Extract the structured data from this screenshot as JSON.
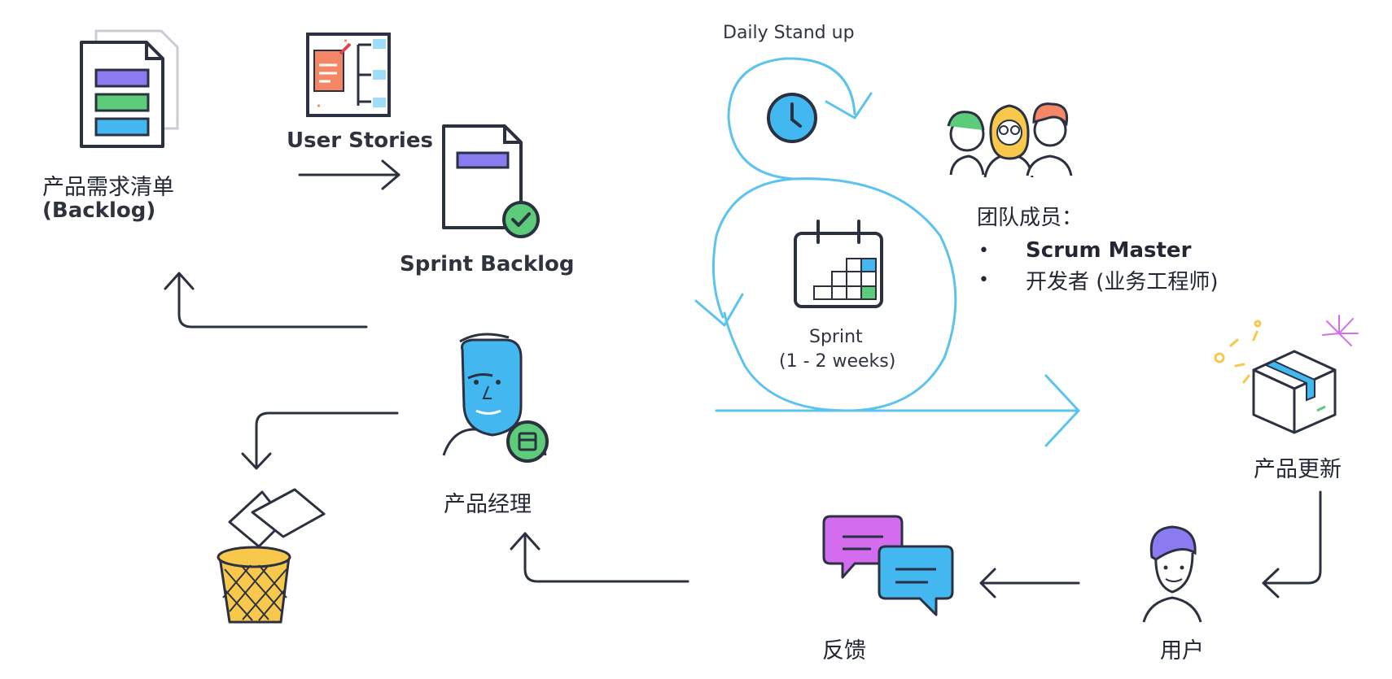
{
  "labels": {
    "backlog_line1": "产品需求清单",
    "backlog_line2": "(Backlog)",
    "user_stories": "User Stories",
    "sprint_backlog": "Sprint Backlog",
    "daily_standup": "Daily Stand up",
    "sprint_line1": "Sprint",
    "sprint_line2": "(1 - 2 weeks)",
    "product_manager": "产品经理",
    "product_update": "产品更新",
    "feedback": "反馈",
    "user": "用户"
  },
  "team": {
    "heading": "团队成员：",
    "members": [
      {
        "bullet": "•",
        "text": "Scrum Master"
      },
      {
        "bullet": "•",
        "text": "开发者 (业务工程师)"
      }
    ]
  },
  "colors": {
    "cycle_blue": "#5cc3ee",
    "arrow_dark": "#2b3140",
    "outline": "#2b3140",
    "purple": "#8a7cf0",
    "green": "#5dcc7a",
    "sky": "#43b8f0",
    "magenta": "#d46cf0",
    "yellow": "#f7c84b",
    "salmon": "#f48766"
  }
}
